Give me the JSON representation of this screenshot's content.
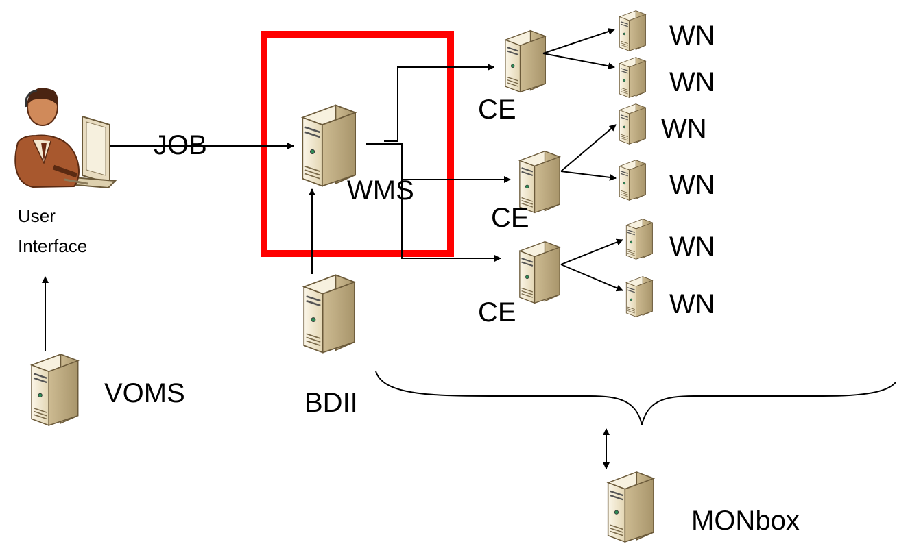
{
  "labels": {
    "job": "JOB",
    "wms": "WMS",
    "user_interface_line1": "User",
    "user_interface_line2": "Interface",
    "voms": "VOMS",
    "bdii": "BDII",
    "ce": [
      "CE",
      "CE",
      "CE"
    ],
    "wn": [
      "WN",
      "WN",
      "WN",
      "WN",
      "WN",
      "WN"
    ],
    "monbox": "MONbox"
  },
  "colors": {
    "highlight": "#ff0000",
    "server_body": "#ece2c6",
    "server_side": "#c9b78f",
    "lines": "#000000"
  },
  "icons": [
    "user-at-computer-icon",
    "server-icon"
  ]
}
